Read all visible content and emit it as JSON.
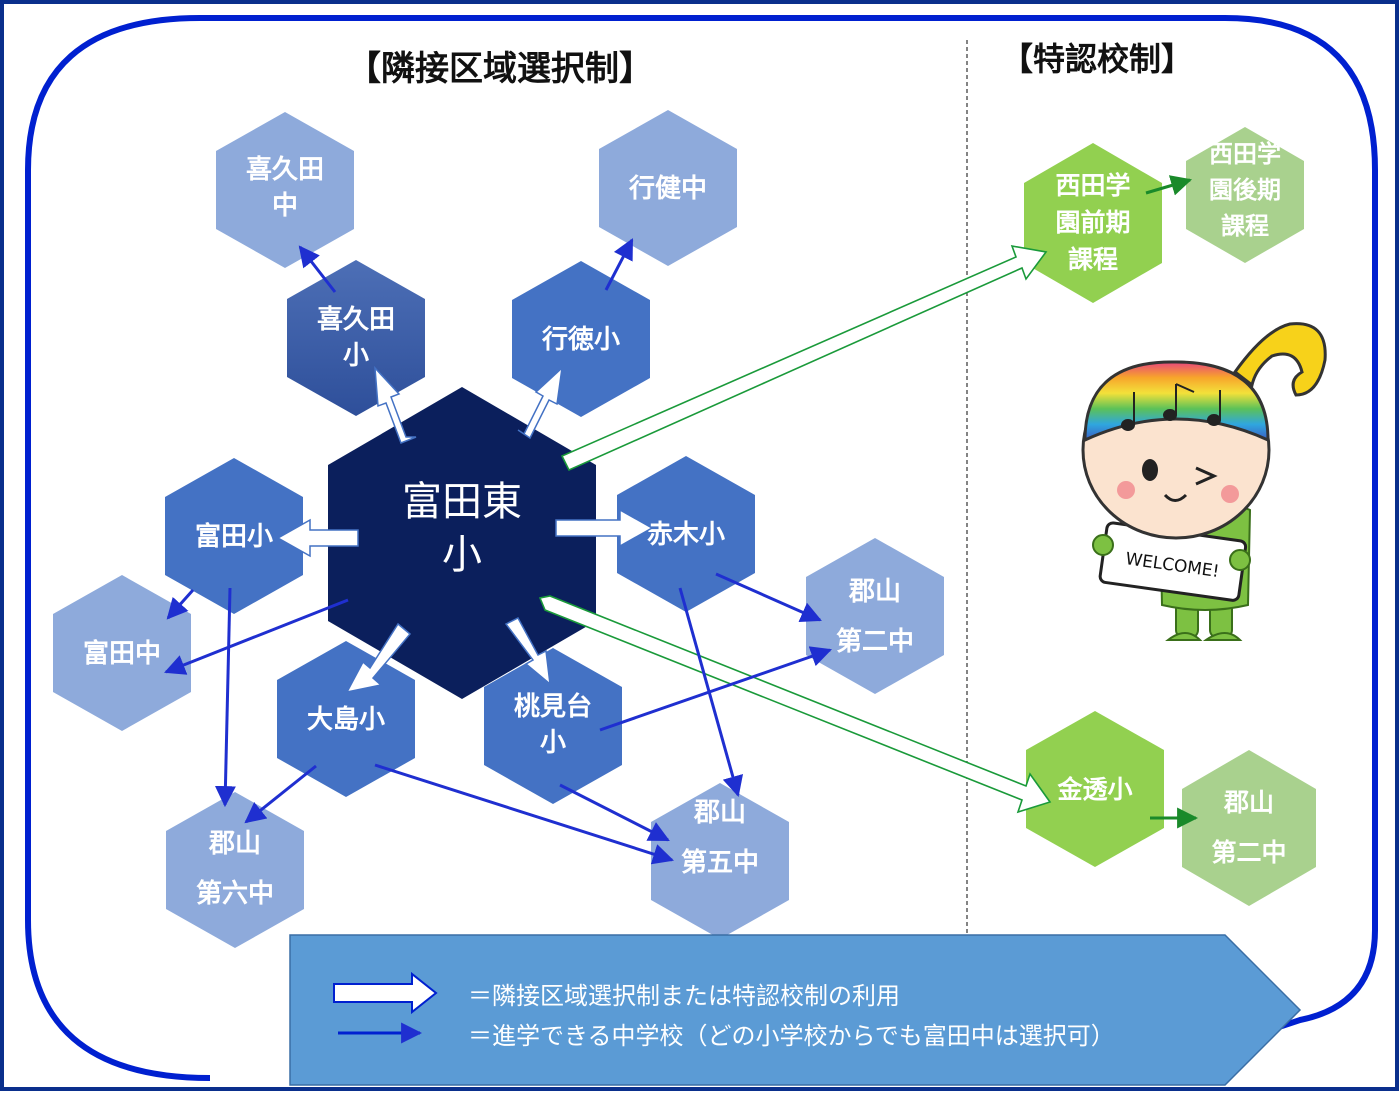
{
  "titles": {
    "left": "【隣接区域選択制】",
    "right": "【特認校制】"
  },
  "center_node": {
    "line1": "富田東",
    "line2": "小"
  },
  "elementary_nodes": {
    "kikuta": {
      "line1": "喜久田",
      "line2": "小"
    },
    "gyotoku": {
      "line1": "行徳小"
    },
    "tomita": {
      "line1": "富田小"
    },
    "akagi": {
      "line1": "赤木小"
    },
    "oshima": {
      "line1": "大島小"
    },
    "momomidai": {
      "line1": "桃見台",
      "line2": "小"
    }
  },
  "middle_nodes": {
    "kikuta_chu": {
      "line1": "喜久田",
      "line2": "中"
    },
    "gyoken_chu": {
      "line1": "行健中"
    },
    "tomita_chu": {
      "line1": "富田中"
    },
    "koriyama_dai2": {
      "line1": "郡山",
      "line2": "第二中"
    },
    "koriyama_dai5": {
      "line1": "郡山",
      "line2": "第五中"
    },
    "koriyama_dai6": {
      "line1": "郡山",
      "line2": "第六中"
    }
  },
  "special_nodes": {
    "nishida_early": {
      "line1": "西田学",
      "line2": "園前期",
      "line3": "課程"
    },
    "nishida_late": {
      "line1": "西田学",
      "line2": "園後期",
      "line3": "課程"
    },
    "kanesuki": {
      "line1": "金透小"
    },
    "koriyama_dai2_special": {
      "line1": "郡山",
      "line2": "第二中"
    }
  },
  "mascot": {
    "sign": "WELCOME!"
  },
  "legend": {
    "item1": "＝隣接区域選択制または特認校制の利用",
    "item2": "＝進学できる中学校（どの小学校からでも富田中は選択可）"
  },
  "colors": {
    "border": "#0a2f8c",
    "frame": "#0020d0",
    "center": "#0b1f5c",
    "elementary": "#4472c4",
    "middle": "#8eaadb",
    "special_green": "#92d050",
    "special_light": "#a9d18e",
    "arrow_blue": "#1f2fd0",
    "arrow_green": "#1a9a3a",
    "legend_bg": "#5b9bd5"
  }
}
